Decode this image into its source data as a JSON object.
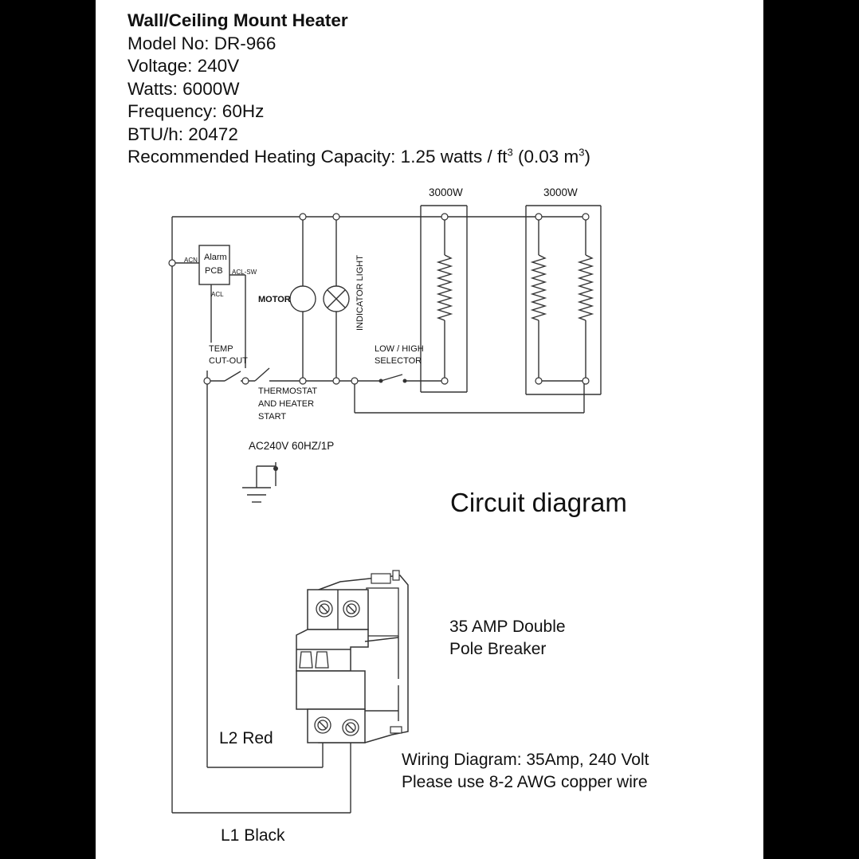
{
  "specs": {
    "title": "Wall/Ceiling Mount Heater",
    "model": "Model No: DR-966",
    "voltage": "Voltage: 240V",
    "watts": "Watts: 6000W",
    "frequency": "Frequency: 60Hz",
    "btu": "BTU/h: 20472",
    "capacity_prefix": "Recommended Heating Capacity: 1.25 watts / ft",
    "capacity_mid": " (0.03 m",
    "capacity_suffix": ")",
    "superscript": "3"
  },
  "circuit": {
    "heater_1_label": "3000W",
    "heater_2_label": "3000W",
    "acn": "ACN",
    "alarm": "Alarm",
    "pcb": "PCB",
    "acl_sw": "ACL-SW",
    "acl": "ACL",
    "motor": "MOTOR",
    "indicator_light": "INDICATOR LIGHT",
    "temp": "TEMP",
    "cut_out": "CUT-OUT",
    "low_high": "LOW / HIGH",
    "selector": "SELECTOR",
    "thermostat_1": "THERMOSTAT",
    "thermostat_2": "AND HEATER",
    "thermostat_3": "START",
    "supply": "AC240V 60HZ/1P",
    "caption": "Circuit diagram"
  },
  "breaker": {
    "label_line1": "35 AMP Double",
    "label_line2": "Pole Breaker"
  },
  "wiring": {
    "l2": "L2 Red",
    "l1": "L1 Black",
    "note_line1": "Wiring Diagram: 35Amp,  240 Volt",
    "note_line2": "Please use 8-2 AWG copper wire"
  }
}
